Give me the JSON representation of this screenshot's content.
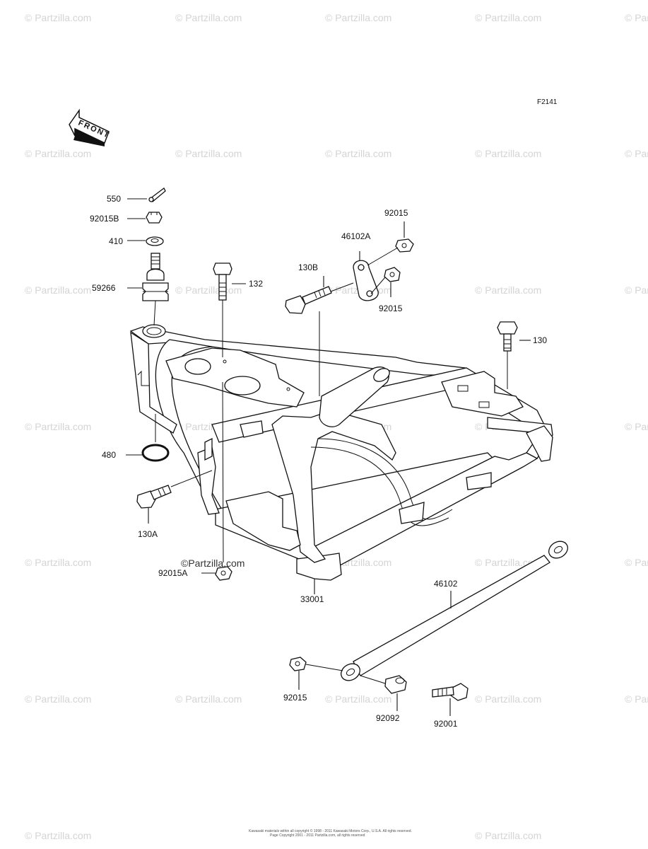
{
  "figure_code": "F2141",
  "front_arrow_label": "FRONT",
  "watermark": "© Partzilla.com",
  "watermark_overlay": "Partzilla.com",
  "callouts": {
    "p550": "550",
    "p92015B": "92015B",
    "p410": "410",
    "p59266": "59266",
    "p132": "132",
    "p46102A": "46102A",
    "p92015_top": "92015",
    "p130B": "130B",
    "p92015_mid": "92015",
    "p130": "130",
    "p480": "480",
    "p130A": "130A",
    "p92015A": "92015A",
    "p33001": "33001",
    "p46102": "46102",
    "p92015_bottom": "92015",
    "p92092": "92092",
    "p92001": "92001"
  },
  "footer": {
    "line1": "Kawasaki materials within all copyright © 1998 - 2011 Kawasaki Motors Corp., U.S.A. All rights reserved.",
    "line2": "Page Copyright 2001 - 2011 Partzilla.com, all rights reserved"
  }
}
